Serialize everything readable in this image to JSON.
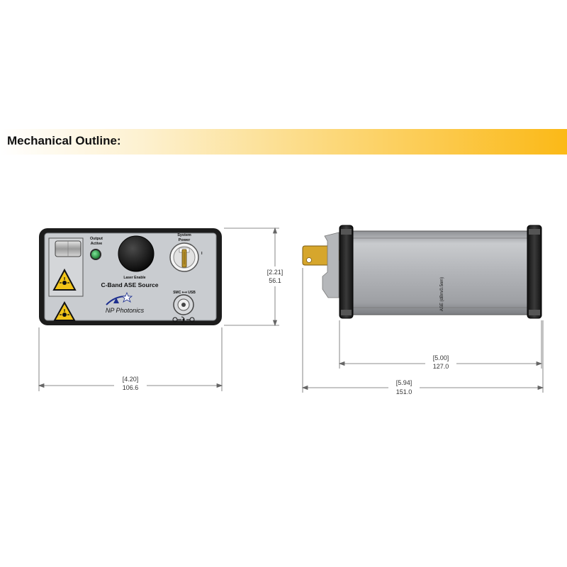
{
  "header": {
    "title": "Mechanical Outline:"
  },
  "front_panel": {
    "output_label_line1": "Output",
    "output_label_line2": "Active",
    "system_power_line1": "System",
    "system_power_line2": "Power",
    "laser_enable": "Laser Enable",
    "product_name": "C-Band ASE Source",
    "brand": "NP Photonics",
    "switch_label": "SMC ⟷ USB",
    "key_mark": "I"
  },
  "side_view": {
    "side_label": "ASE (dBm/0.5nm)"
  },
  "dimensions": {
    "width_in": "[4.20]",
    "width_mm": "106.6",
    "height_in": "[2.21]",
    "height_mm": "56.1",
    "body_in": "[5.00]",
    "body_mm": "127.0",
    "overall_in": "[5.94]",
    "overall_mm": "151.0"
  },
  "colors": {
    "header_accent": "#fbb917",
    "panel_face": "#c9ccd0",
    "housing_dark": "#2a2a2a",
    "key_gold": "#d6a62c",
    "led_green": "#2aa84a",
    "laser_warning_yellow": "#f2c418"
  },
  "icons": [
    "laser-warning-icon",
    "np-photonics-logo",
    "power-key-icon",
    "dc-connector-icon"
  ]
}
